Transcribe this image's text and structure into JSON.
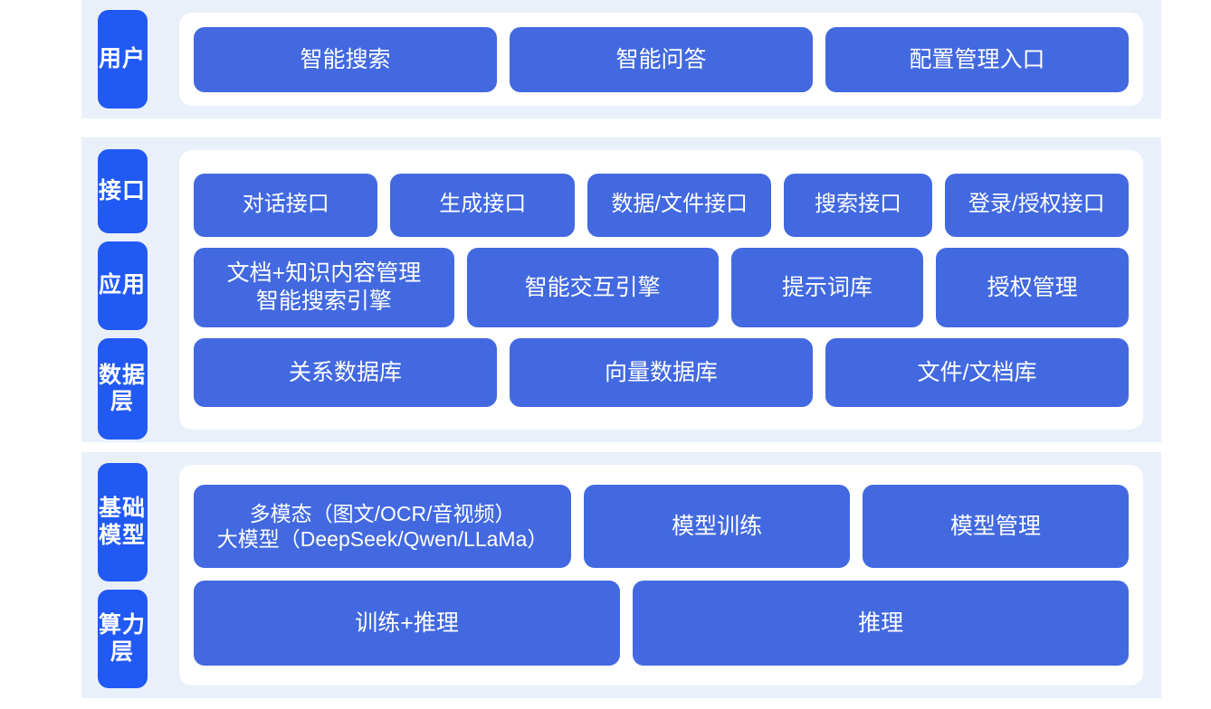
{
  "theme": {
    "band_bg": "#e9f0fa",
    "card_bg": "#ffffff",
    "label_tab_bg": "#2159f5",
    "box_bg": "#4269e0",
    "text_on_blue": "#ffffff",
    "page_bg": "#ffffff"
  },
  "sections": [
    {
      "id": "user",
      "labels": [
        "用户"
      ],
      "rows": [
        {
          "id": "user-entries",
          "boxes": [
            {
              "label": "智能搜索",
              "flex": 1
            },
            {
              "label": "智能问答",
              "flex": 1
            },
            {
              "label": "配置管理入口",
              "flex": 1
            }
          ]
        }
      ]
    },
    {
      "id": "middle",
      "labels": [
        "接口",
        "应用",
        "数据层"
      ],
      "rows": [
        {
          "id": "interface",
          "boxes": [
            {
              "label": "对话接口",
              "flex": 1.0
            },
            {
              "label": "生成接口",
              "flex": 1.0
            },
            {
              "label": "数据/文件接口",
              "flex": 1.0
            },
            {
              "label": "搜索接口",
              "flex": 0.78
            },
            {
              "label": "登录/授权接口",
              "flex": 1.0
            }
          ]
        },
        {
          "id": "application",
          "boxes": [
            {
              "label": "文档+知识内容管理\n智能搜索引擎",
              "flex": 1.32
            },
            {
              "label": "智能交互引擎",
              "flex": 1.27
            },
            {
              "label": "提示词库",
              "flex": 0.95
            },
            {
              "label": "授权管理",
              "flex": 0.95
            }
          ]
        },
        {
          "id": "data",
          "boxes": [
            {
              "label": "关系数据库",
              "flex": 1
            },
            {
              "label": "向量数据库",
              "flex": 1
            },
            {
              "label": "文件/文档库",
              "flex": 1
            }
          ]
        }
      ]
    },
    {
      "id": "base",
      "labels": [
        "基础模型",
        "算力层"
      ],
      "rows": [
        {
          "id": "models",
          "boxes": [
            {
              "label": "多模态（图文/OCR/音视频）\n大模型（DeepSeek/Qwen/LLaMa）",
              "flex": 1.45
            },
            {
              "label": "模型训练",
              "flex": 1.0
            },
            {
              "label": "模型管理",
              "flex": 1.0
            }
          ]
        },
        {
          "id": "compute",
          "boxes": [
            {
              "label": "训练+推理",
              "flex": 1
            },
            {
              "label": "推理",
              "flex": 1.17
            }
          ]
        }
      ]
    }
  ]
}
